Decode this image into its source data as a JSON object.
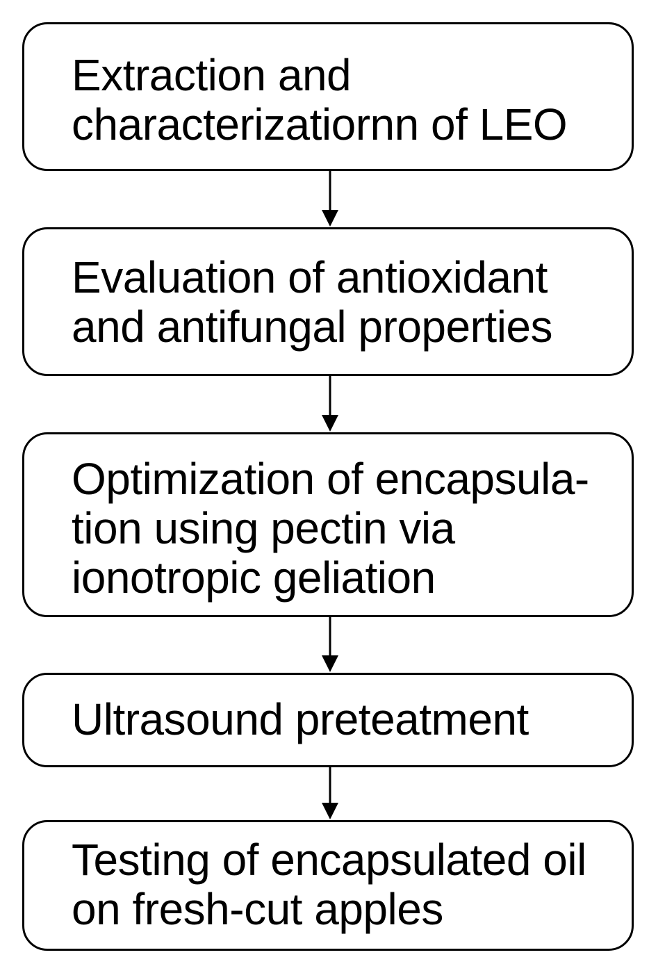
{
  "steps": [
    {
      "lines": [
        "Extraction and",
        "characterizatiornn of LEO"
      ]
    },
    {
      "lines": [
        "Evaluation of antioxidant",
        "and antifungal properties"
      ]
    },
    {
      "lines": [
        "Optimization of encapsula-",
        "tion using pectin via",
        "ionotropic geliation"
      ]
    },
    {
      "lines": [
        "Ultrasound preteatment"
      ]
    },
    {
      "lines": [
        "Testing of encapsulated oil",
        "on fresh-cut apples"
      ]
    }
  ]
}
